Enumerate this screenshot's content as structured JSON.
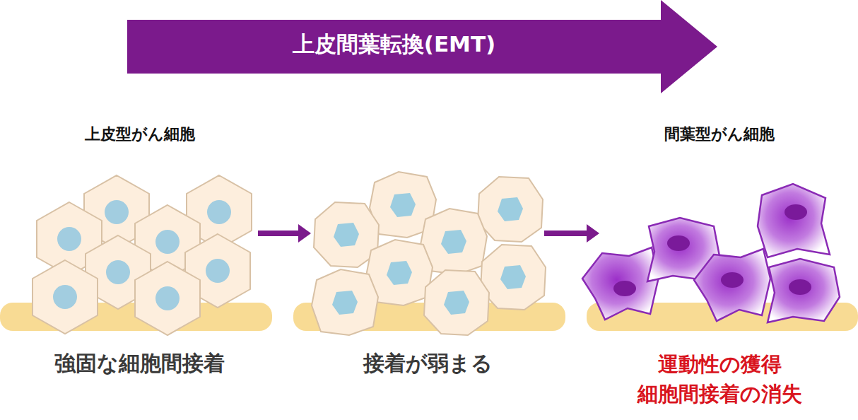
{
  "diagram": {
    "nodes": [
      {
        "text": [
          "上皮間葉転換(EMT)"
        ]
      },
      {
        "text": [
          "上皮型がん細胞",
          "強固な細胞間接着"
        ]
      },
      {
        "text": [
          "接着が弱まる"
        ]
      },
      {
        "text": [
          "間葉型がん細胞",
          "運動性の獲得 細胞間接着の消失"
        ]
      }
    ],
    "edges": [
      {
        "from": 1,
        "to": 2,
        "arrow": "to"
      },
      {
        "from": 2,
        "to": 3,
        "arrow": "to"
      }
    ]
  }
}
